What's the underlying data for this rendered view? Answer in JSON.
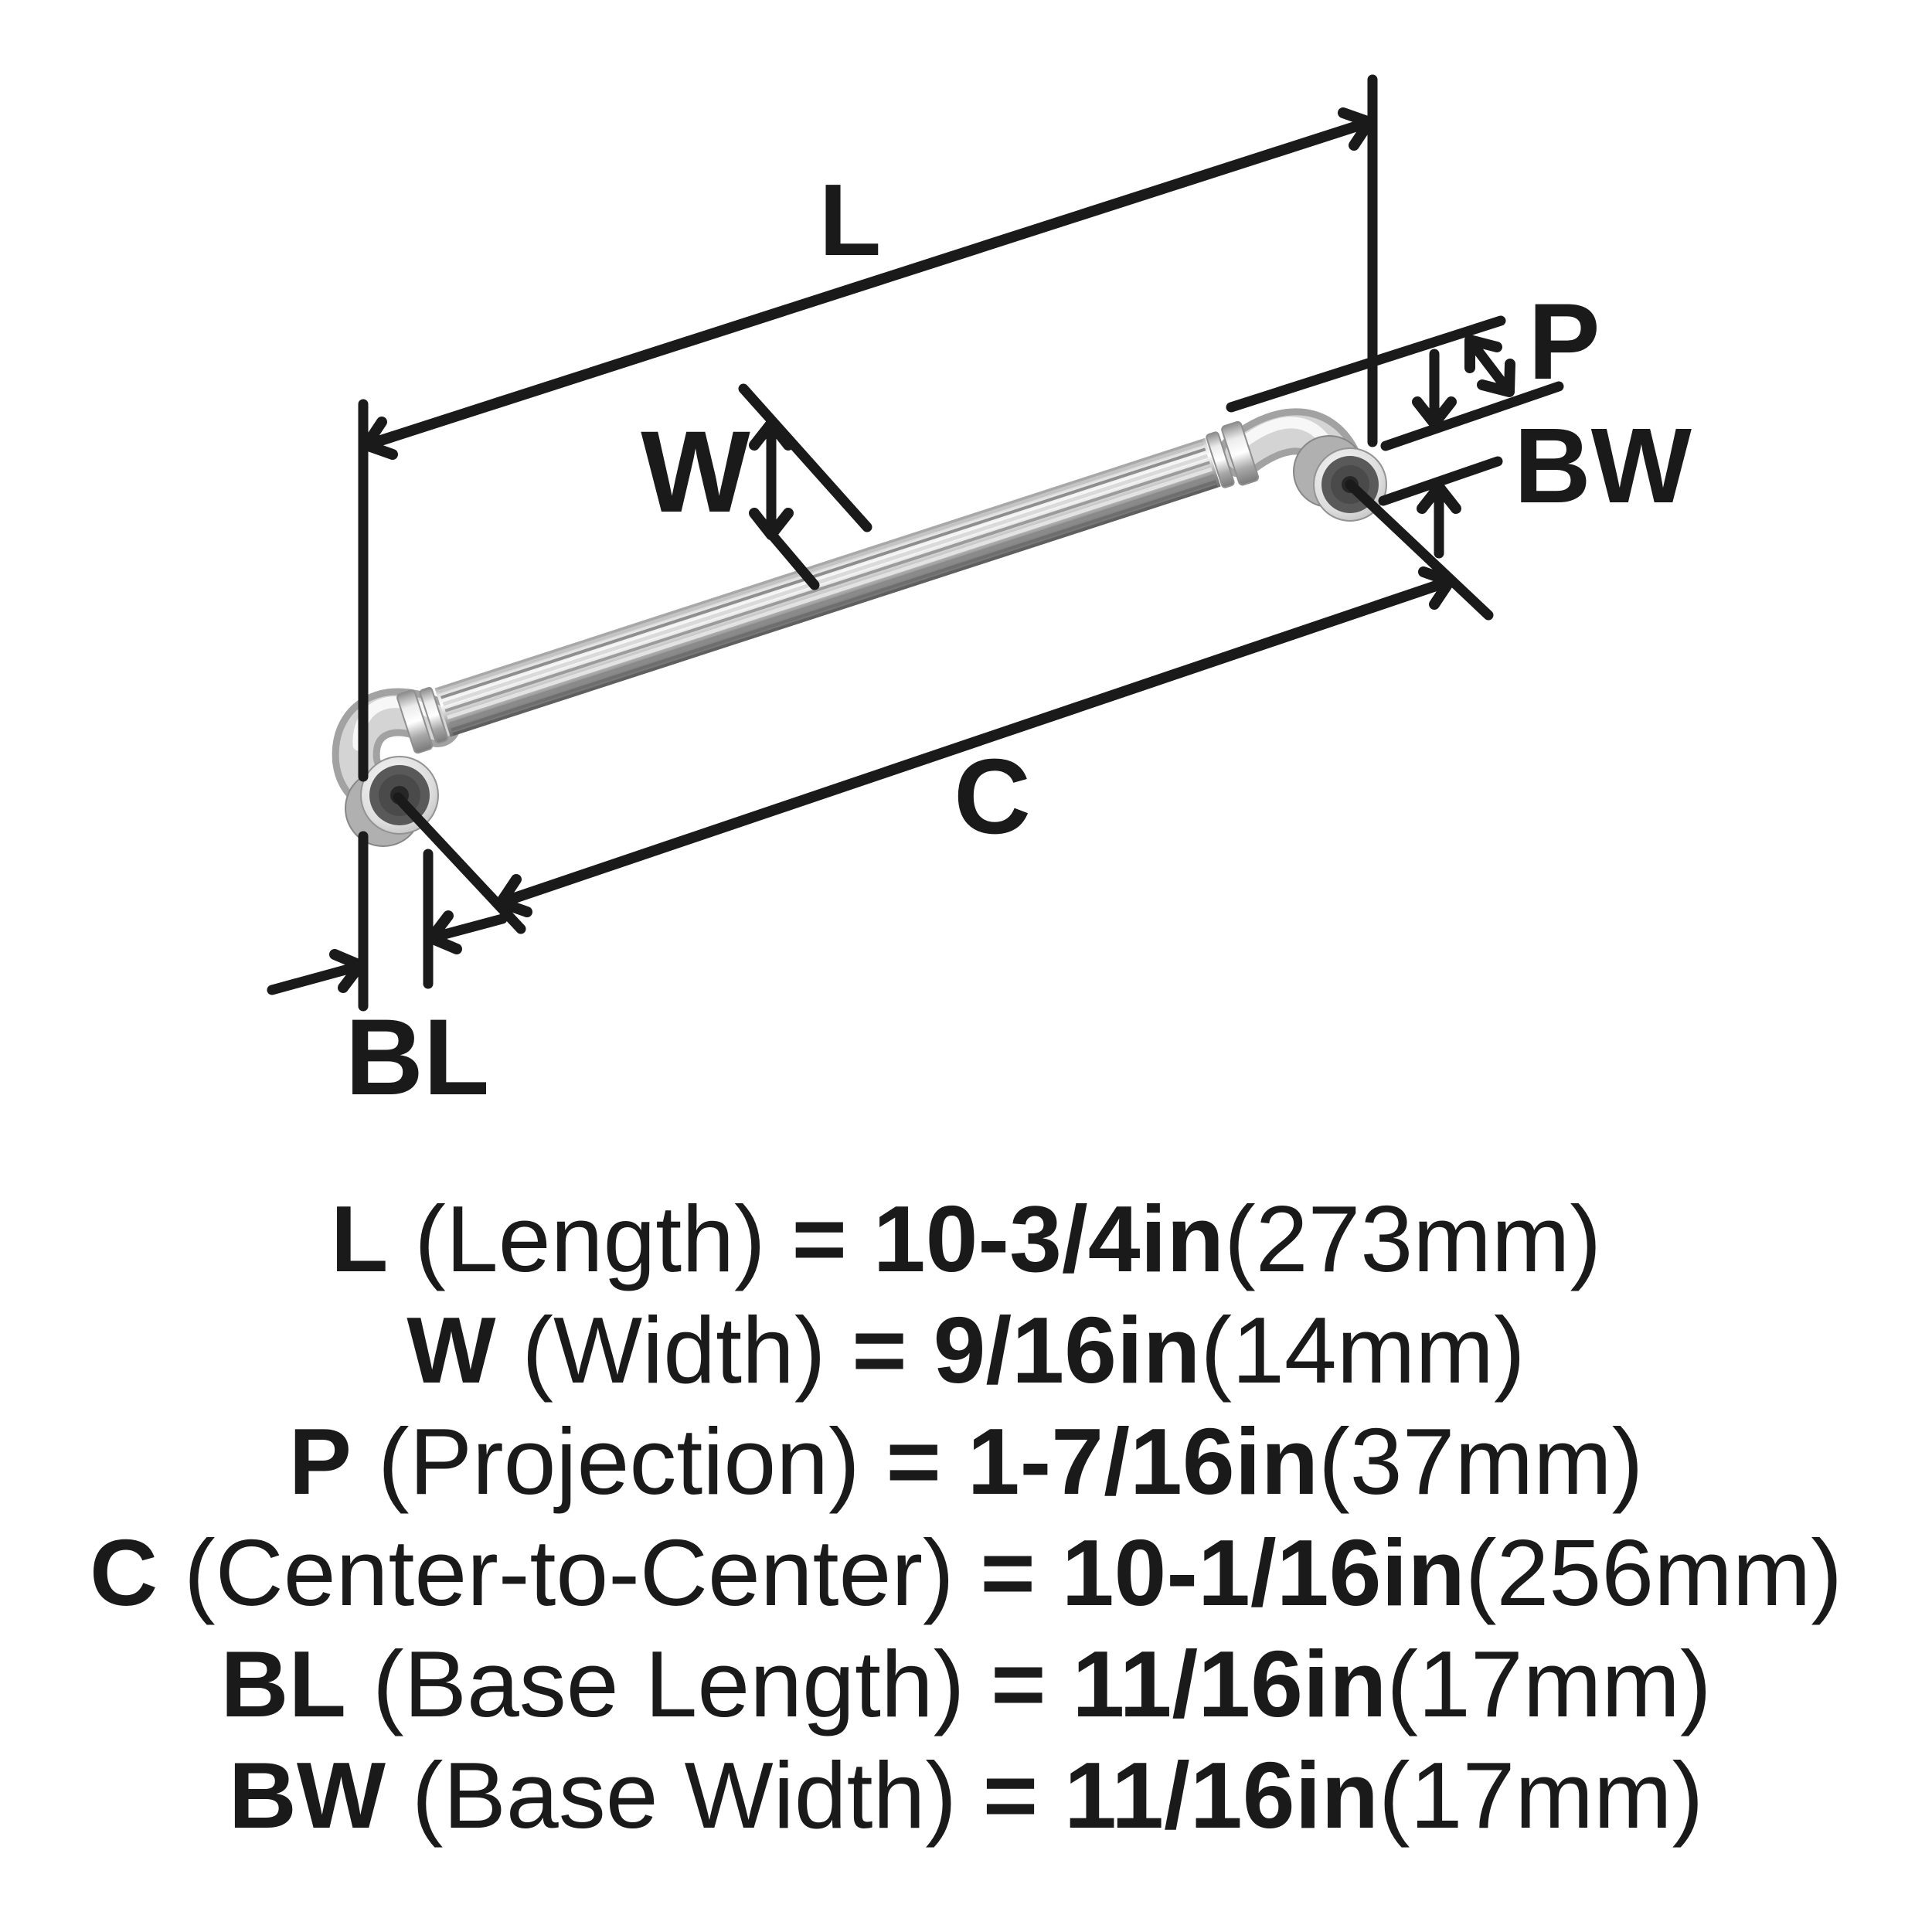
{
  "diagram": {
    "labels": {
      "length": "L",
      "width": "W",
      "projection": "P",
      "base_width": "BW",
      "center_to_center": "C",
      "base_length": "BL"
    }
  },
  "legend": {
    "rows": [
      {
        "code": "L",
        "descriptor": " (Length) ",
        "equals": "= ",
        "imperial": "10-3/4in",
        "metric": "(273mm)"
      },
      {
        "code": "W",
        "descriptor": " (Width) ",
        "equals": "= ",
        "imperial": "9/16in",
        "metric": "(14mm)"
      },
      {
        "code": "P",
        "descriptor": " (Projection) ",
        "equals": "= ",
        "imperial": "1-7/16in",
        "metric": "(37mm)"
      },
      {
        "code": "C",
        "descriptor": " (Center-to-Center) ",
        "equals": "= ",
        "imperial": "10-1/16in",
        "metric": "(256mm)"
      },
      {
        "code": "BL",
        "descriptor": " (Base Length) ",
        "equals": "= ",
        "imperial": "11/16in",
        "metric": "(17mm)"
      },
      {
        "code": "BW",
        "descriptor": " (Base Width) ",
        "equals": "= ",
        "imperial": "11/16in",
        "metric": "(17mm)"
      }
    ]
  },
  "colors": {
    "background": "#ffffff",
    "line": "#1a1a1a",
    "metal_light": "#f7f7f7",
    "metal_mid": "#c6c6c6",
    "metal_dark": "#8d8d8d",
    "rosette_dark": "#595959",
    "screw_hole": "#262626"
  }
}
